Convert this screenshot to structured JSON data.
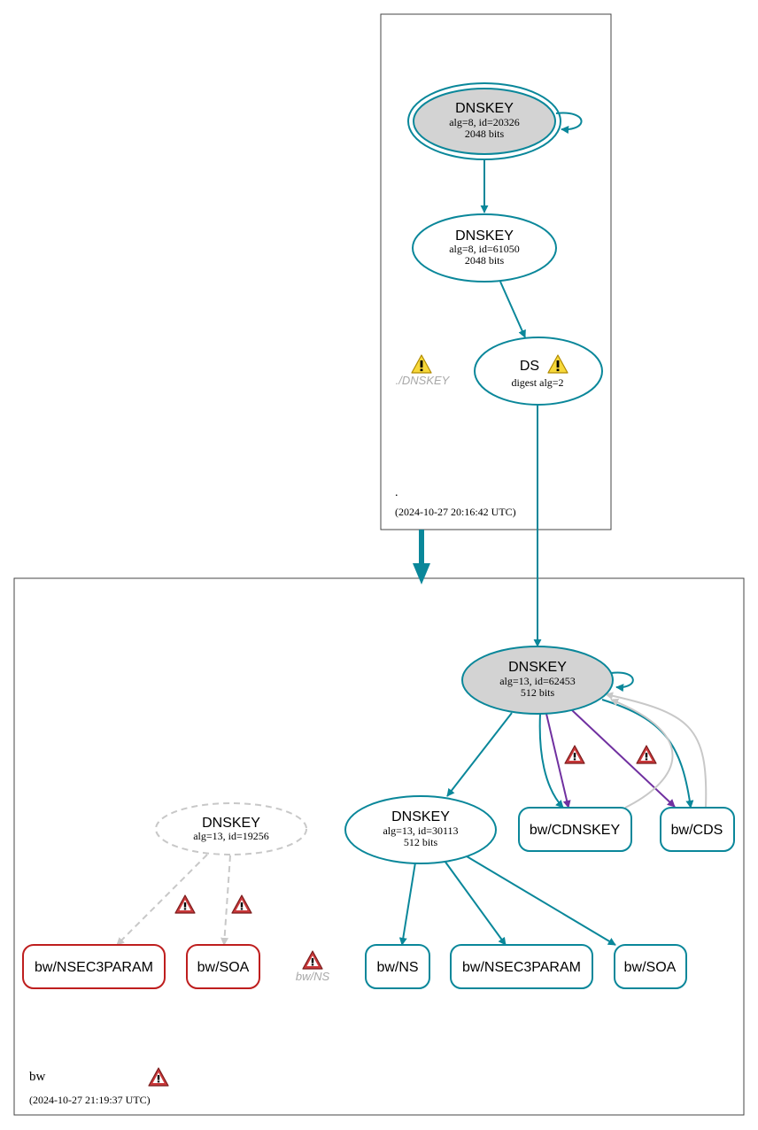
{
  "colors": {
    "teal": "#0a879a",
    "purple": "#7030a0",
    "red": "#be1e1e",
    "gray_dashed": "#c8c8c8",
    "node_fill_gray": "#d3d3d3",
    "warn_yellow": "#f7d83a",
    "warn_red": "#c9383a"
  },
  "zones": {
    "root": {
      "name": ".",
      "timestamp": "(2024-10-27 20:16:42 UTC)",
      "warning_label": "./DNSKEY",
      "warning_icon": "warning-yellow-icon"
    },
    "bw": {
      "name": "bw",
      "timestamp": "(2024-10-27 21:19:37 UTC)",
      "warning_icon": "warning-red-icon",
      "ns_warning_label": "bw/NS"
    }
  },
  "nodes": {
    "root_ksk": {
      "title": "DNSKEY",
      "line1": "alg=8, id=20326",
      "line2": "2048 bits"
    },
    "root_zsk": {
      "title": "DNSKEY",
      "line1": "alg=8, id=61050",
      "line2": "2048 bits"
    },
    "bw_ds": {
      "title": "DS",
      "line1": "digest alg=2"
    },
    "bw_ksk": {
      "title": "DNSKEY",
      "line1": "alg=13, id=62453",
      "line2": "512 bits"
    },
    "bw_zsk": {
      "title": "DNSKEY",
      "line1": "alg=13, id=30113",
      "line2": "512 bits"
    },
    "bw_oldkey": {
      "title": "DNSKEY",
      "line1": "alg=13, id=19256"
    },
    "bw_cdnskey": {
      "label": "bw/CDNSKEY"
    },
    "bw_cds": {
      "label": "bw/CDS"
    },
    "bw_nsec3param_err": {
      "label": "bw/NSEC3PARAM"
    },
    "bw_soa_err": {
      "label": "bw/SOA"
    },
    "bw_ns": {
      "label": "bw/NS"
    },
    "bw_nsec3param": {
      "label": "bw/NSEC3PARAM"
    },
    "bw_soa": {
      "label": "bw/SOA"
    }
  }
}
